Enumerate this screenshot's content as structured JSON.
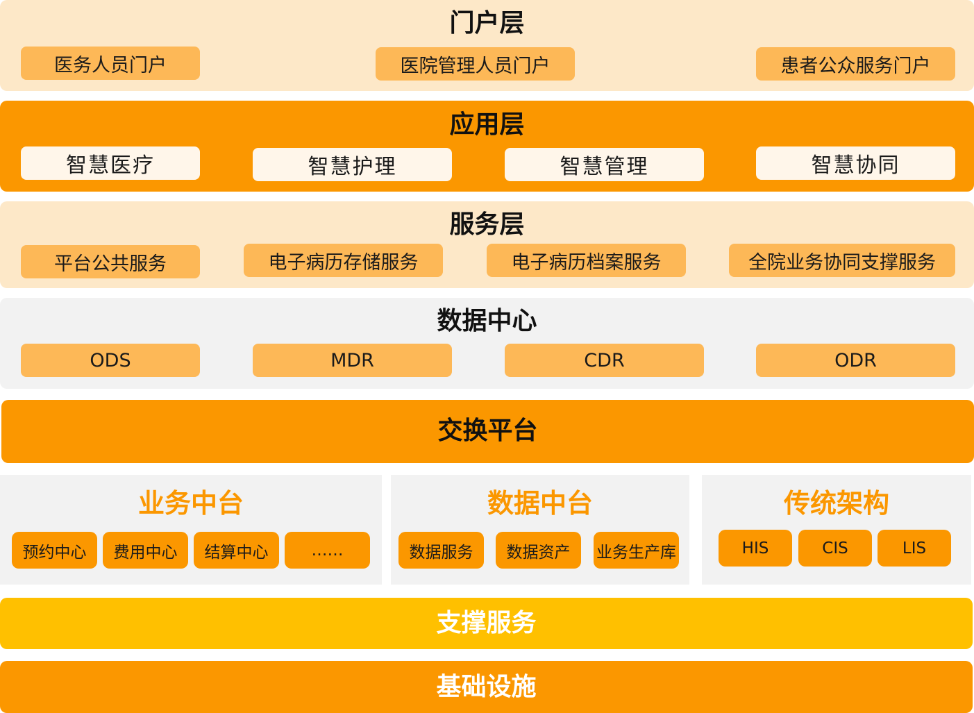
{
  "layers": {
    "portal": {
      "title": "门户层",
      "items": [
        "医务人员门户",
        "医院管理人员门户",
        "患者公众服务门户"
      ]
    },
    "application": {
      "title": "应用层",
      "items": [
        "智慧医疗",
        "智慧护理",
        "智慧管理",
        "智慧协同"
      ]
    },
    "service": {
      "title": "服务层",
      "items": [
        "平台公共服务",
        "电子病历存储服务",
        "电子病历档案服务",
        "全院业务协同支撑服务"
      ]
    },
    "data_center": {
      "title": "数据中心",
      "items": [
        "ODS",
        "MDR",
        "CDR",
        "ODR"
      ]
    },
    "exchange": {
      "title": "交换平台"
    },
    "business_platform": {
      "title": "业务中台",
      "items": [
        "预约中心",
        "费用中心",
        "结算中心",
        "……"
      ]
    },
    "data_platform": {
      "title": "数据中台",
      "items": [
        "数据服务",
        "数据资产",
        "业务生产库"
      ]
    },
    "legacy": {
      "title": "传统架构",
      "items": [
        "HIS",
        "CIS",
        "LIS"
      ]
    },
    "support": {
      "title": "支撑服务"
    },
    "infrastructure": {
      "title": "基础设施"
    }
  },
  "colors": {
    "orange": "#FB9700",
    "light_orange": "#FDE8C8",
    "pill_orange": "#FDB857",
    "gray": "#F2F2F2",
    "yellow": "#FFC000"
  }
}
